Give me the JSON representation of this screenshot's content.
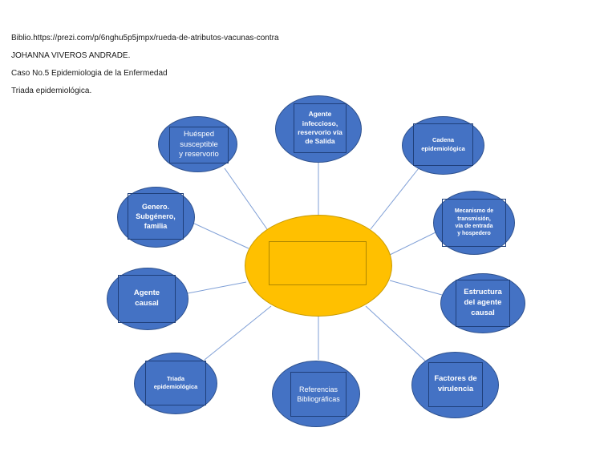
{
  "header": {
    "biblio": "Biblio.https://prezi.com/p/6nghu5p5jmpx/rueda-de-atributos-vacunas-contra",
    "author": "JOHANNA VIVEROS ANDRADE.",
    "case": "Caso No.5 Epidemiologia de la Enfermedad",
    "topic": "Triada epidemiológica."
  },
  "diagram": {
    "center_text": "",
    "nodes": [
      {
        "id": "huesped",
        "text": "Huésped\nsusceptible\ny reservorio"
      },
      {
        "id": "agente-infeccioso",
        "text": "Agente\ninfeccioso,\nreservorio vía\nde  Salida"
      },
      {
        "id": "cadena",
        "text": "Cadena\nepidemiológica"
      },
      {
        "id": "mecanismo",
        "text": "Mecanismo de\ntransmisión,\nvía de entrada\ny hospedero"
      },
      {
        "id": "estructura",
        "text": "Estructura\ndel agente\ncausal"
      },
      {
        "id": "factores",
        "text": "Factores de\nvirulencia"
      },
      {
        "id": "referencias",
        "text": "Referencias\nBibliográficas"
      },
      {
        "id": "triada",
        "text": "Triada\nepidemiológica"
      },
      {
        "id": "agente-causal",
        "text": "Agente\ncausal"
      },
      {
        "id": "genero",
        "text": "Genero.\nSubgénero,\nfamilia"
      }
    ],
    "colors": {
      "node_fill": "#4472c4",
      "center_fill": "#ffc000",
      "connector": "#7f9fd6"
    }
  }
}
